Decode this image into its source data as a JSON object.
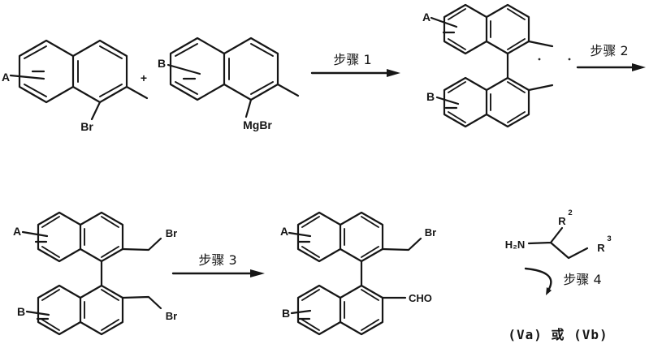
{
  "colors": {
    "ink": "#161616",
    "paper": "#ffffff"
  },
  "scheme": {
    "reactant1": {
      "substituent": "A",
      "halide": "Br"
    },
    "plus_sign": "+",
    "reactant2": {
      "substituent": "B",
      "grignard": "MgBr"
    },
    "step1": {
      "label": "步骤 1"
    },
    "product_dimethyl": {
      "substituent_top": "A",
      "substituent_bottom": "B"
    },
    "step2": {
      "label": "步骤 2"
    },
    "intermediate_bis_bromomethyl": {
      "substituent_top": "A",
      "substituent_bottom": "B",
      "bromo_top": "Br",
      "bromo_bottom": "Br"
    },
    "step3": {
      "label": "步骤 3"
    },
    "product_aldehyde": {
      "substituent_top": "A",
      "substituent_bottom": "B",
      "bromo_top": "Br",
      "aldehyde": "CHO"
    },
    "amine": {
      "amino_group": "H₂N",
      "r2": "R",
      "r2_superscript": "2",
      "r3": "R",
      "r3_superscript": "3"
    },
    "step4": {
      "label": "步骤 4"
    },
    "products_note": "(Va) 或 (Vb)"
  }
}
